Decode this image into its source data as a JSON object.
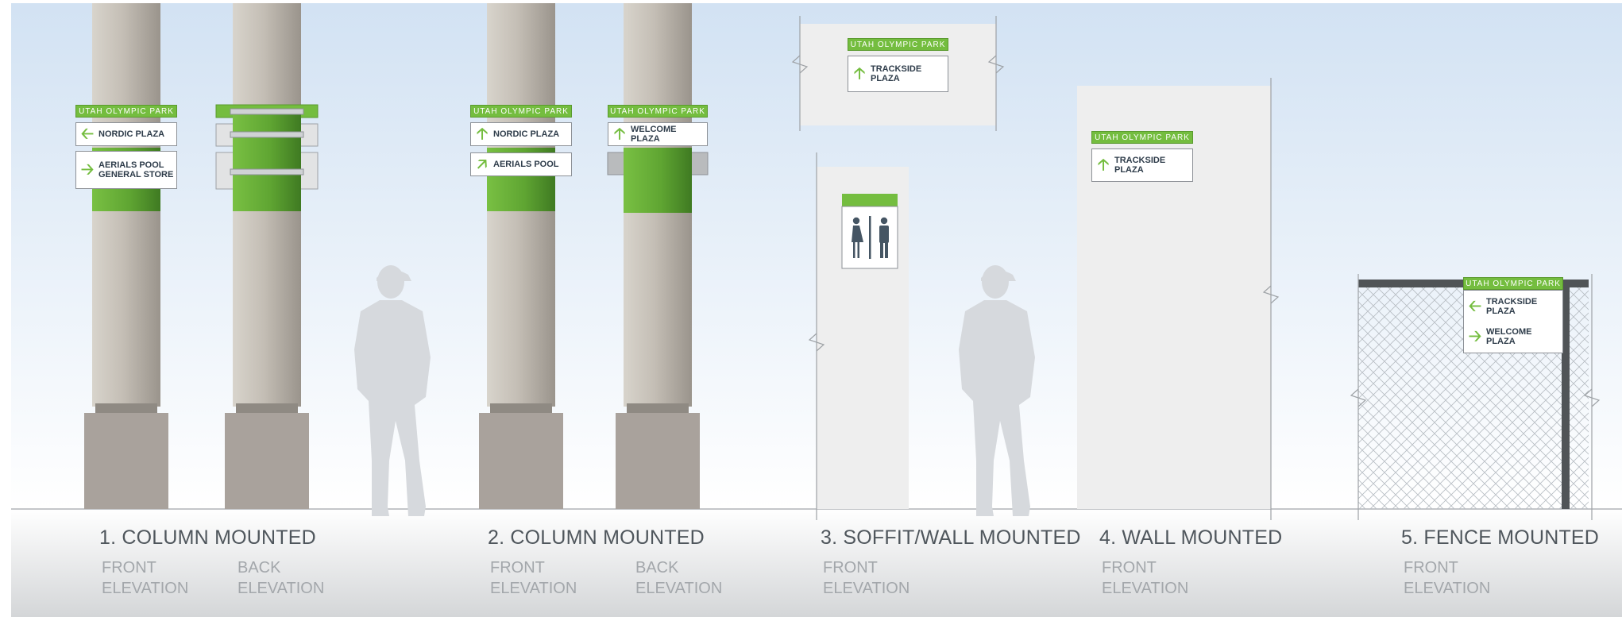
{
  "mounts": [
    {
      "title": "1. COLUMN MOUNTED",
      "views": [
        "FRONT\nELEVATION",
        "BACK\nELEVATION"
      ]
    },
    {
      "title": "2. COLUMN MOUNTED",
      "views": [
        "FRONT\nELEVATION",
        "BACK\nELEVATION"
      ]
    },
    {
      "title": "3. SOFFIT/WALL MOUNTED",
      "views": [
        "FRONT\nELEVATION"
      ]
    },
    {
      "title": "4. WALL MOUNTED",
      "views": [
        "FRONT\nELEVATION"
      ]
    },
    {
      "title": "5. FENCE MOUNTED",
      "views": [
        "FRONT\nELEVATION"
      ]
    }
  ],
  "signs": {
    "header": "UTAH OLYMPIC PARK",
    "s1_dest1": "NORDIC PLAZA",
    "s1_dest2": "AERIALS POOL\nGENERAL STORE",
    "s2a_dest1": "NORDIC PLAZA",
    "s2a_dest2": "AERIALS POOL",
    "s2b_dest1": "WELCOME PLAZA",
    "s3_dest1": "TRACKSIDE\nPLAZA",
    "s4_dest1": "TRACKSIDE\nPLAZA",
    "s5_dest1": "TRACKSIDE\nPLAZA",
    "s5_dest2": "WELCOME PLAZA"
  },
  "colors": {
    "accent_green": "#74bd3f",
    "sign_text": "#2e3c4a",
    "column": "#cfcac2",
    "base": "#a9a29c",
    "silhouette": "#d6d9dd"
  },
  "icons": {
    "left": "arrow-left-icon",
    "right": "arrow-right-icon",
    "up": "arrow-up-icon",
    "diag": "arrow-up-right-icon",
    "restroom": "restroom-icon"
  }
}
